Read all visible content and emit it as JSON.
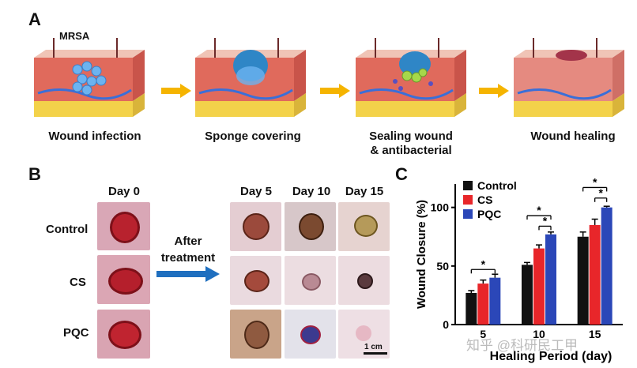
{
  "panel_a": {
    "letter": "A",
    "mrsa_label": "MRSA",
    "steps": [
      {
        "caption": "Wound infection"
      },
      {
        "caption": "Sponge covering"
      },
      {
        "caption": "Sealing wound\n& antibacterial"
      },
      {
        "caption": "Wound healing"
      }
    ],
    "colors": {
      "arrow": "#f5b400",
      "skin": "#e8b0a0",
      "dermis": "#d9534f",
      "fat": "#f3d24a"
    }
  },
  "panel_b": {
    "letter": "B",
    "day0_label": "Day 0",
    "after_label_1": "After",
    "after_label_2": "treatment",
    "days": [
      "Day 5",
      "Day 10",
      "Day 15"
    ],
    "rows": [
      "Control",
      "CS",
      "PQC"
    ],
    "scale_label": "1 cm",
    "arrow_color": "#1f6fbf"
  },
  "panel_c": {
    "letter": "C"
  },
  "chart_data": {
    "type": "bar",
    "categories": [
      "5",
      "10",
      "15"
    ],
    "xlabel": "Healing Period (day)",
    "ylabel": "Wound Closure (%)",
    "ylim": [
      0,
      120
    ],
    "yticks": [
      "0",
      "50",
      "100"
    ],
    "legend": "top-left",
    "series": [
      {
        "name": "Control",
        "color": "#111111",
        "values": [
          27,
          51,
          75
        ],
        "errors": [
          2,
          2,
          4
        ]
      },
      {
        "name": "CS",
        "color": "#e8262a",
        "values": [
          35,
          65,
          85
        ],
        "errors": [
          3,
          3,
          5
        ]
      },
      {
        "name": "PQC",
        "color": "#2b47b8",
        "values": [
          40,
          77,
          100
        ],
        "errors": [
          3,
          2,
          1
        ]
      }
    ],
    "significance": [
      {
        "group": 0,
        "label": "*"
      },
      {
        "group": 1,
        "label": "*"
      },
      {
        "group": 1,
        "label": "*"
      },
      {
        "group": 2,
        "label": "*"
      },
      {
        "group": 2,
        "label": "*"
      }
    ]
  },
  "watermark": "知乎 @科研民工甲"
}
